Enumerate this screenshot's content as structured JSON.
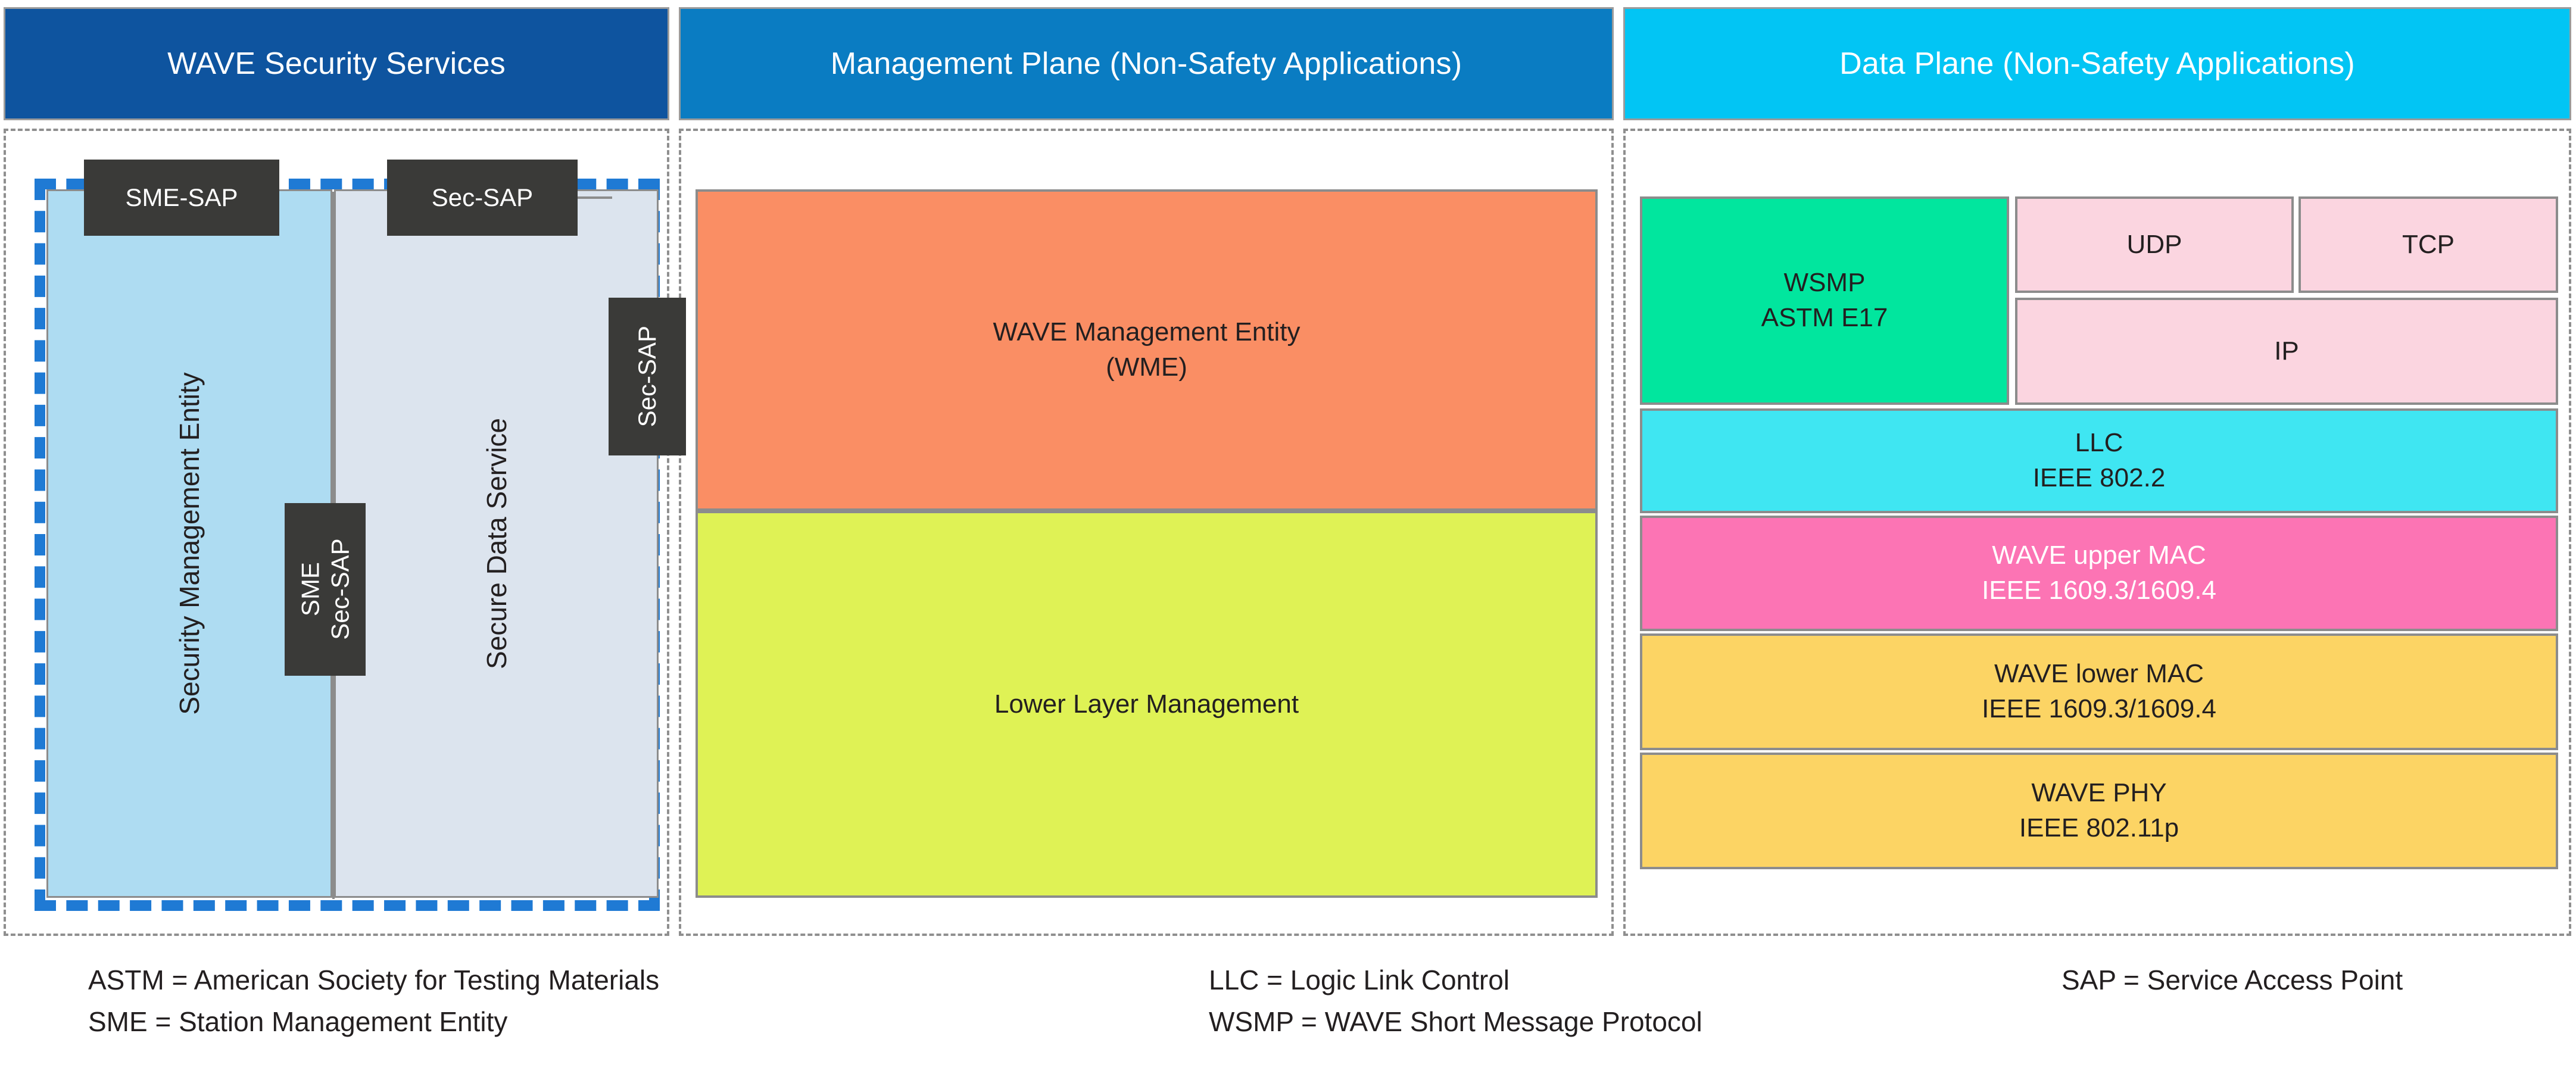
{
  "headers": {
    "security": {
      "label": "WAVE Security Services",
      "color": "#0e549f"
    },
    "management": {
      "label": "Management Plane (Non-Safety Applications)",
      "color": "#0a7cc2"
    },
    "data": {
      "label": "Data Plane (Non-Safety Applications)",
      "color": "#02c5f4"
    }
  },
  "security_plane": {
    "sme_block": {
      "label": "Security Management Entity",
      "color": "#aedcf2"
    },
    "sds_block": {
      "label": "Secure Data Service",
      "color": "#dce4ee"
    },
    "saps": {
      "sme_sap": "SME-SAP",
      "sec_sap_top": "Sec-SAP",
      "sec_sap_right": "Sec-SAP",
      "sme_sec_sap_line1": "SME",
      "sme_sec_sap_line2": "Sec-SAP"
    },
    "dashed_outline_color": "#1f7ad4"
  },
  "management_plane": {
    "wme": {
      "line1": "WAVE Management Entity",
      "line2": "(WME)",
      "color": "#fa8e64"
    },
    "lower_layer_management": {
      "line1": "Lower Layer Management",
      "color": "#dff255"
    }
  },
  "data_plane": {
    "wsmp": {
      "line1": "WSMP",
      "line2": "ASTM E17",
      "color": "#01e69e"
    },
    "udp": {
      "line1": "UDP",
      "color": "#fbd5e0"
    },
    "tcp": {
      "line1": "TCP",
      "color": "#fbd5e0"
    },
    "ip": {
      "line1": "IP",
      "color": "#fbd5e0"
    },
    "llc": {
      "line1": "LLC",
      "line2": "IEEE 802.2",
      "color": "#3fe6f2"
    },
    "upper_mac": {
      "line1": "WAVE upper MAC",
      "line2": "IEEE 1609.3/1609.4",
      "color": "#fc74b4"
    },
    "lower_mac": {
      "line1": "WAVE lower MAC",
      "line2": "IEEE 1609.3/1609.4",
      "color": "#fcd464"
    },
    "phy": {
      "line1": "WAVE PHY",
      "line2": "IEEE 802.11p",
      "color": "#fcd464"
    }
  },
  "legend": {
    "col1_line1": "ASTM = American Society for Testing Materials",
    "col1_line2": "SME = Station Management Entity",
    "col2_line1": "LLC = Logic Link Control",
    "col2_line2": "WSMP = WAVE Short Message Protocol",
    "col3_line1": "SAP = Service Access Point"
  }
}
